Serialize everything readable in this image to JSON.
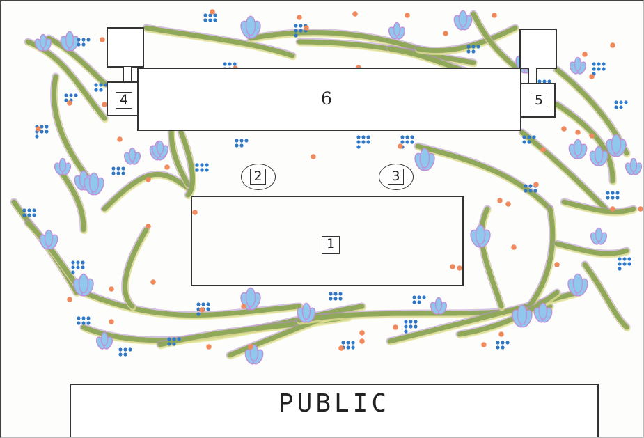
{
  "diagram": {
    "labels": {
      "main_stage": "1",
      "position_2": "2",
      "position_3": "3",
      "position_4": "4",
      "position_5": "5",
      "top_table": "6",
      "audience": "PUBLIC"
    },
    "colors": {
      "stem_green": "#8fa85a",
      "stem_purple_edge": "#b58fc4",
      "stem_yellow_edge": "#e4e88a",
      "flower_blue": "#8fc8ec",
      "flower_purple_edge": "#c090d8",
      "dot_blue": "#2f78c8",
      "dot_orange": "#f08a5d",
      "outline": "#333333"
    }
  }
}
